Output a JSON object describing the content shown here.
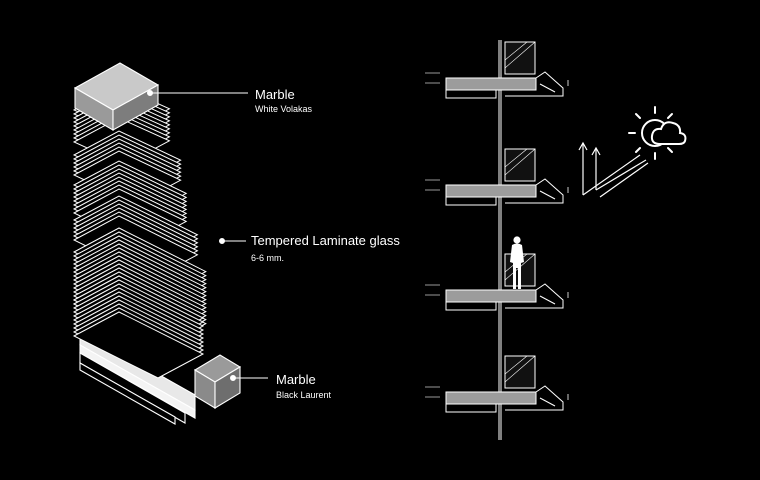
{
  "labels": {
    "top_material": "Marble",
    "top_finish": "White Volakas",
    "glass_material": "Tempered Laminate glass",
    "glass_thickness": "6-6 mm.",
    "bottom_material": "Marble",
    "bottom_finish": "Black Laurent"
  },
  "section": {
    "floors": 4,
    "level_mark": "±±±±±±"
  },
  "icons": {
    "weather": "sun-cloud-icon",
    "direction": "arrows-icon",
    "person": "person-silhouette-icon"
  },
  "colors": {
    "background": "#000000",
    "line": "#ffffff",
    "marble_light": "#bdbdbd",
    "marble_dark": "#777777",
    "section_fill": "#9c9c9c"
  }
}
